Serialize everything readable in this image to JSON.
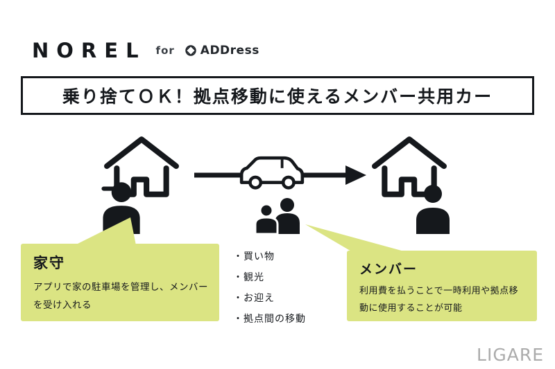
{
  "logo": {
    "norel": "NOREL",
    "for_text": "for",
    "address": "ADDress"
  },
  "banner": {
    "title": "乗り捨てＯＫ！拠点移動に使えるメンバー共用カー"
  },
  "diagram": {
    "purpose_list": [
      "・買い物",
      "・観光",
      "・お迎え",
      "・拠点間の移動"
    ],
    "icons": [
      "house-icon",
      "car-icon",
      "arrow-right-icon",
      "caretaker-person-icon",
      "two-members-icon",
      "member-person-icon"
    ]
  },
  "callouts": {
    "left": {
      "title": "家守",
      "body": "アプリで家の駐車場を管理し、メンバーを受け入れる"
    },
    "right": {
      "title": "メンバー",
      "body": "利用費を払うことで一時利用や拠点移動に使用することが可能"
    }
  },
  "watermark": "LIGARE",
  "colors": {
    "bubble_green": "#dbe483",
    "ink": "#15181c",
    "watermark_gray": "#ababab"
  }
}
